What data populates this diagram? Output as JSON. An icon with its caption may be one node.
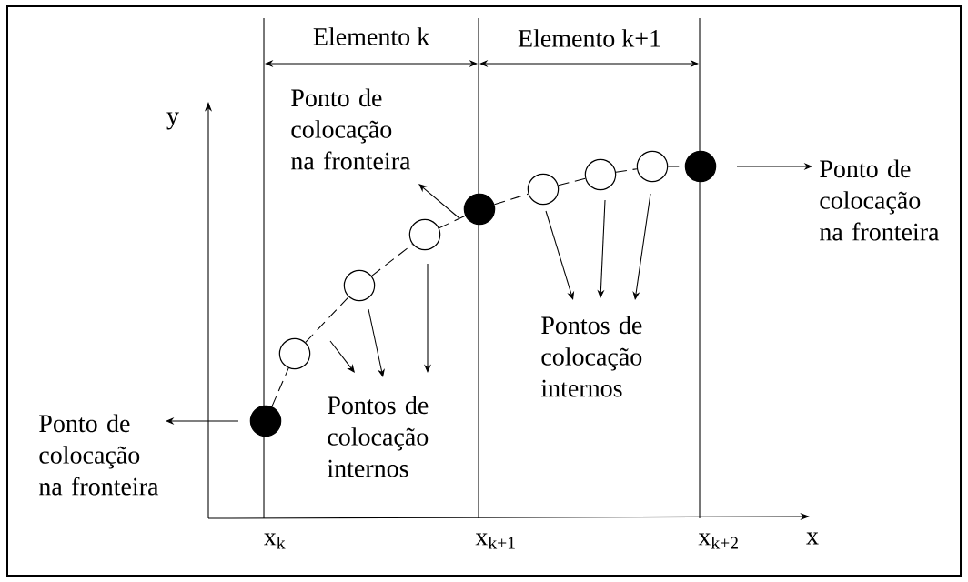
{
  "diagram": {
    "nodes": [
      {
        "text": [],
        "shape": "circle"
      },
      {
        "text": [],
        "shape": "circle"
      },
      {
        "text": [],
        "shape": "circle"
      },
      {
        "text": [],
        "shape": "circle"
      },
      {
        "text": [],
        "shape": "circle"
      },
      {
        "text": [],
        "shape": "circle"
      },
      {
        "text": [],
        "shape": "circle"
      },
      {
        "text": [],
        "shape": "circle"
      },
      {
        "text": [],
        "shape": "circle"
      },
      {
        "text": [
          "Ponto de colocação na fronteira"
        ]
      },
      {
        "text": [
          "Ponto de colocação na fronteira"
        ]
      },
      {
        "text": [
          "Ponto de colocação na fronteira"
        ]
      },
      {
        "text": [
          "Pontos de colocação internos"
        ]
      },
      {
        "text": [
          "Pontos de colocação internos"
        ]
      }
    ],
    "edges": [
      {
        "from": 0,
        "to": 1,
        "arrow": "none",
        "style": "dashed"
      },
      {
        "from": 1,
        "to": 2,
        "arrow": "none",
        "style": "dashed"
      },
      {
        "from": 2,
        "to": 3,
        "arrow": "none",
        "style": "dashed"
      },
      {
        "from": 3,
        "to": 4,
        "arrow": "none",
        "style": "dashed"
      },
      {
        "from": 4,
        "to": 5,
        "arrow": "none",
        "style": "dashed"
      },
      {
        "from": 5,
        "to": 6,
        "arrow": "none",
        "style": "dashed"
      },
      {
        "from": 6,
        "to": 7,
        "arrow": "none",
        "style": "dashed"
      },
      {
        "from": 7,
        "to": 8,
        "arrow": "none",
        "style": "dashed"
      },
      {
        "from": 0,
        "to": 9,
        "arrow": "to"
      },
      {
        "from": 4,
        "to": 10,
        "arrow": "to"
      },
      {
        "from": 8,
        "to": 11,
        "arrow": "to"
      },
      {
        "from": 1,
        "to": 12,
        "arrow": "to"
      },
      {
        "from": 2,
        "to": 12,
        "arrow": "to"
      },
      {
        "from": 3,
        "to": 12,
        "arrow": "to"
      },
      {
        "from": 5,
        "to": 13,
        "arrow": "to"
      },
      {
        "from": 6,
        "to": 13,
        "arrow": "to"
      },
      {
        "from": 7,
        "to": 13,
        "arrow": "to"
      }
    ],
    "labels": [
      "Elemento k",
      "Elemento k+1",
      "y",
      "x$_{k}$",
      "x$_{k+1}$",
      "x$_{k+2}$",
      "x"
    ]
  }
}
